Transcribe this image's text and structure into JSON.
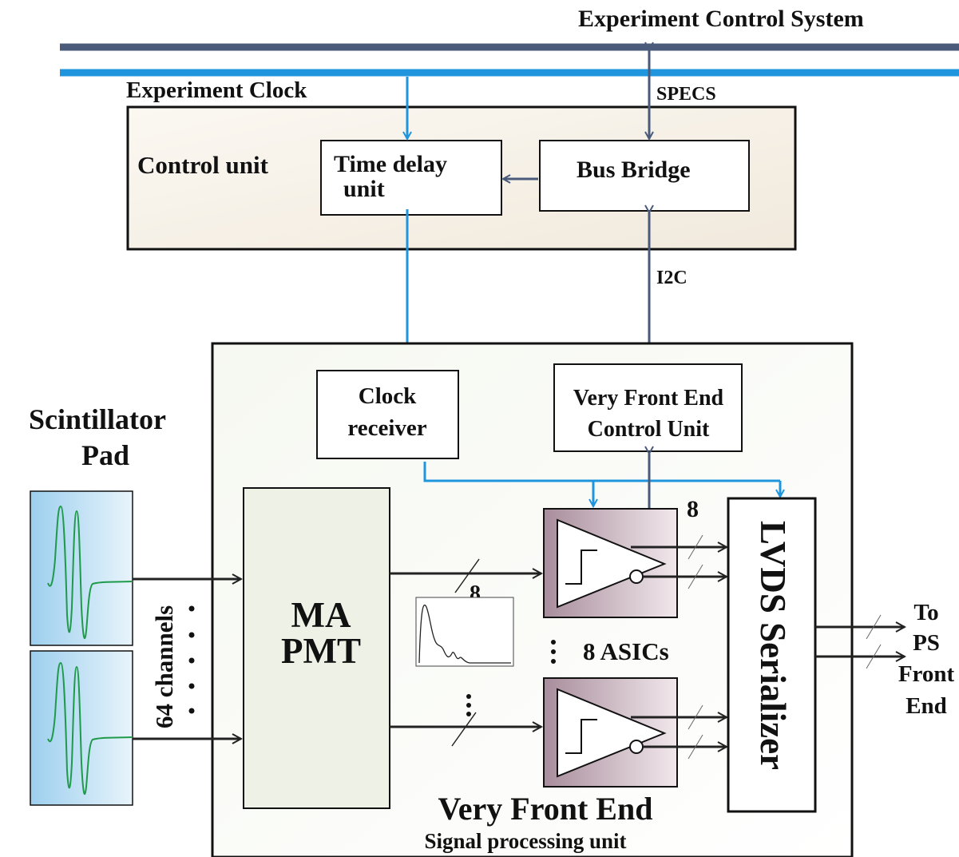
{
  "labels": {
    "experiment_control_system": "Experiment Control System",
    "experiment_clock": "Experiment Clock",
    "specs": "SPECS",
    "control_unit": "Control unit",
    "time_delay_line1": "Time delay",
    "time_delay_line2": "unit",
    "bus_bridge": "Bus Bridge",
    "i2c": "I2C",
    "clock_receiver_line1": "Clock",
    "clock_receiver_line2": "receiver",
    "vfe_control_line1": "Very Front End",
    "vfe_control_line2": "Control Unit",
    "scintillator_line1": "Scintillator",
    "scintillator_line2": "Pad",
    "channels": "64 channels",
    "ma_pmt_line1": "MA",
    "ma_pmt_line2": "PMT",
    "bus_width_top": "8",
    "bus_width_serializer": "8",
    "asics": "8 ASICs",
    "lvds_serializer": "LVDS Serializer",
    "output_line1": "To",
    "output_line2": "PS",
    "output_line3": "Front",
    "output_line4": "End",
    "vfe_title": "Very Front End",
    "vfe_subtitle": "Signal processing unit"
  },
  "colors": {
    "control_bus": "#4a5a7a",
    "clock_bus": "#1f95dd",
    "arrow_dark": "#222222",
    "asic_fill": "#b09aa5",
    "waveform": "#1f9a4a",
    "pad_fill": "#a8d4ee"
  }
}
